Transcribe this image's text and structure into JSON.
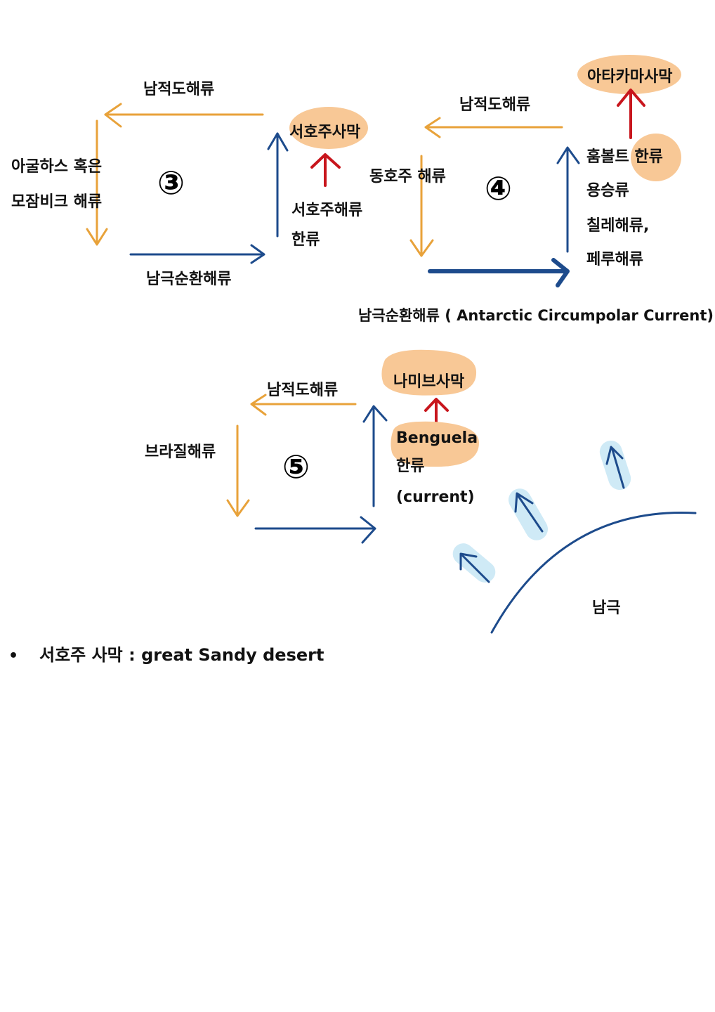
{
  "diagram3": {
    "number": "③",
    "top_current": "남적도해류",
    "left_current_line1": "아굴하스 혹은",
    "left_current_line2": "모잠비크 해류",
    "bottom_current": "남극순환해류",
    "desert": "서호주사막",
    "right_current_line1": "서호주해류",
    "right_current_line2": "한류"
  },
  "diagram4": {
    "number": "④",
    "top_current": "남적도해류",
    "left_current": "동호주 해류",
    "desert": "아타카마사막",
    "right_line1": "훔볼트 한류",
    "right_line2": "용승류",
    "right_line3": "칠레해류,",
    "right_line4": "페루해류",
    "bottom_current": "남극순환해류 ( Antarctic Circumpolar Current)"
  },
  "diagram5": {
    "number": "⑤",
    "top_current": "남적도해류",
    "left_current": "브라질해류",
    "desert": "나미브사막",
    "right_line1": "Benguela",
    "right_line2": "한류",
    "right_line3": "(current)"
  },
  "antarctica": {
    "label": "남극"
  },
  "note": {
    "bullet": "•",
    "text": "서호주 사막 : great  Sandy desert"
  },
  "colors": {
    "warm_current": "#e8a23a",
    "cold_current": "#1d4b8c",
    "upwelling_arrow": "#c8161d",
    "desert_highlight": "#f8c896",
    "ice_highlight": "#cfeaf6"
  }
}
